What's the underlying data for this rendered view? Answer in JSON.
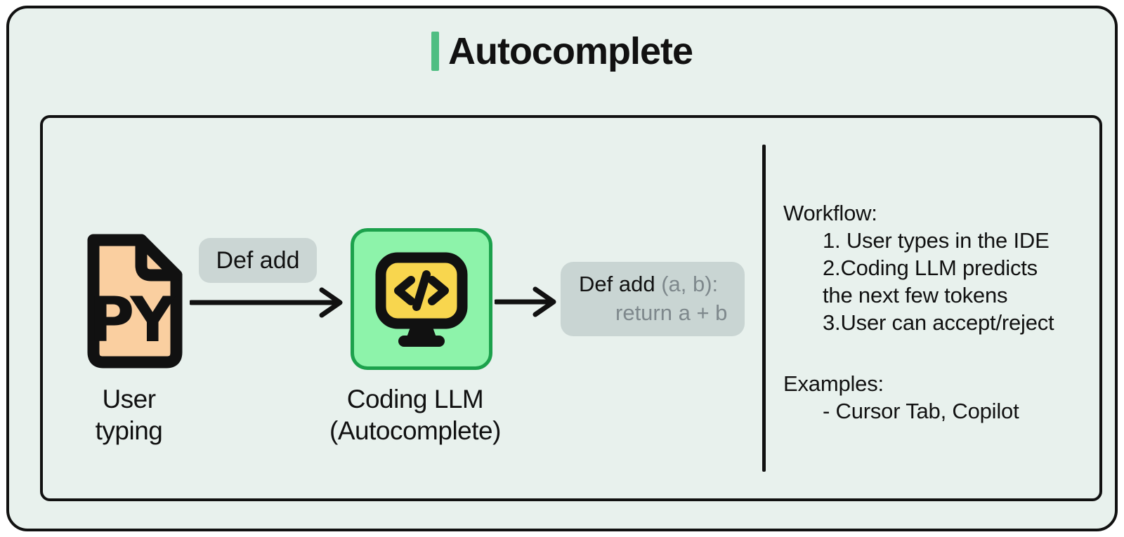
{
  "title": {
    "text": "Autocomplete"
  },
  "colors": {
    "background_mint": "#e8f1ed",
    "frame_border": "#111111",
    "accent_green": "#4fbe82",
    "model_box_fill": "#8df3aa",
    "model_box_border": "#1ca14c",
    "chip_gray": "#cbd6d4",
    "suggestion_gray": "#7e888c",
    "screen_yellow": "#f8d64e",
    "file_peach": "#facfa0"
  },
  "flow": {
    "user_file": {
      "icon": "python-file-icon",
      "file_type": "PY",
      "label_line1": "User",
      "label_line2": "typing"
    },
    "input_chip": {
      "text": "Def add"
    },
    "model": {
      "icon": "code-monitor-icon",
      "label_line1": "Coding LLM",
      "label_line2": "(Autocomplete)"
    },
    "output_chip": {
      "typed_text": "Def add",
      "suggestion_rest": " (a, b):",
      "suggestion_line2": "return a + b"
    }
  },
  "notes": {
    "workflow": {
      "heading": "Workflow:",
      "lines": [
        "1. User types in the IDE",
        "2.Coding LLM predicts",
        "the next few tokens",
        "3.User can accept/reject"
      ]
    },
    "examples": {
      "heading": "Examples:",
      "lines": [
        "- Cursor Tab, Copilot"
      ]
    }
  }
}
